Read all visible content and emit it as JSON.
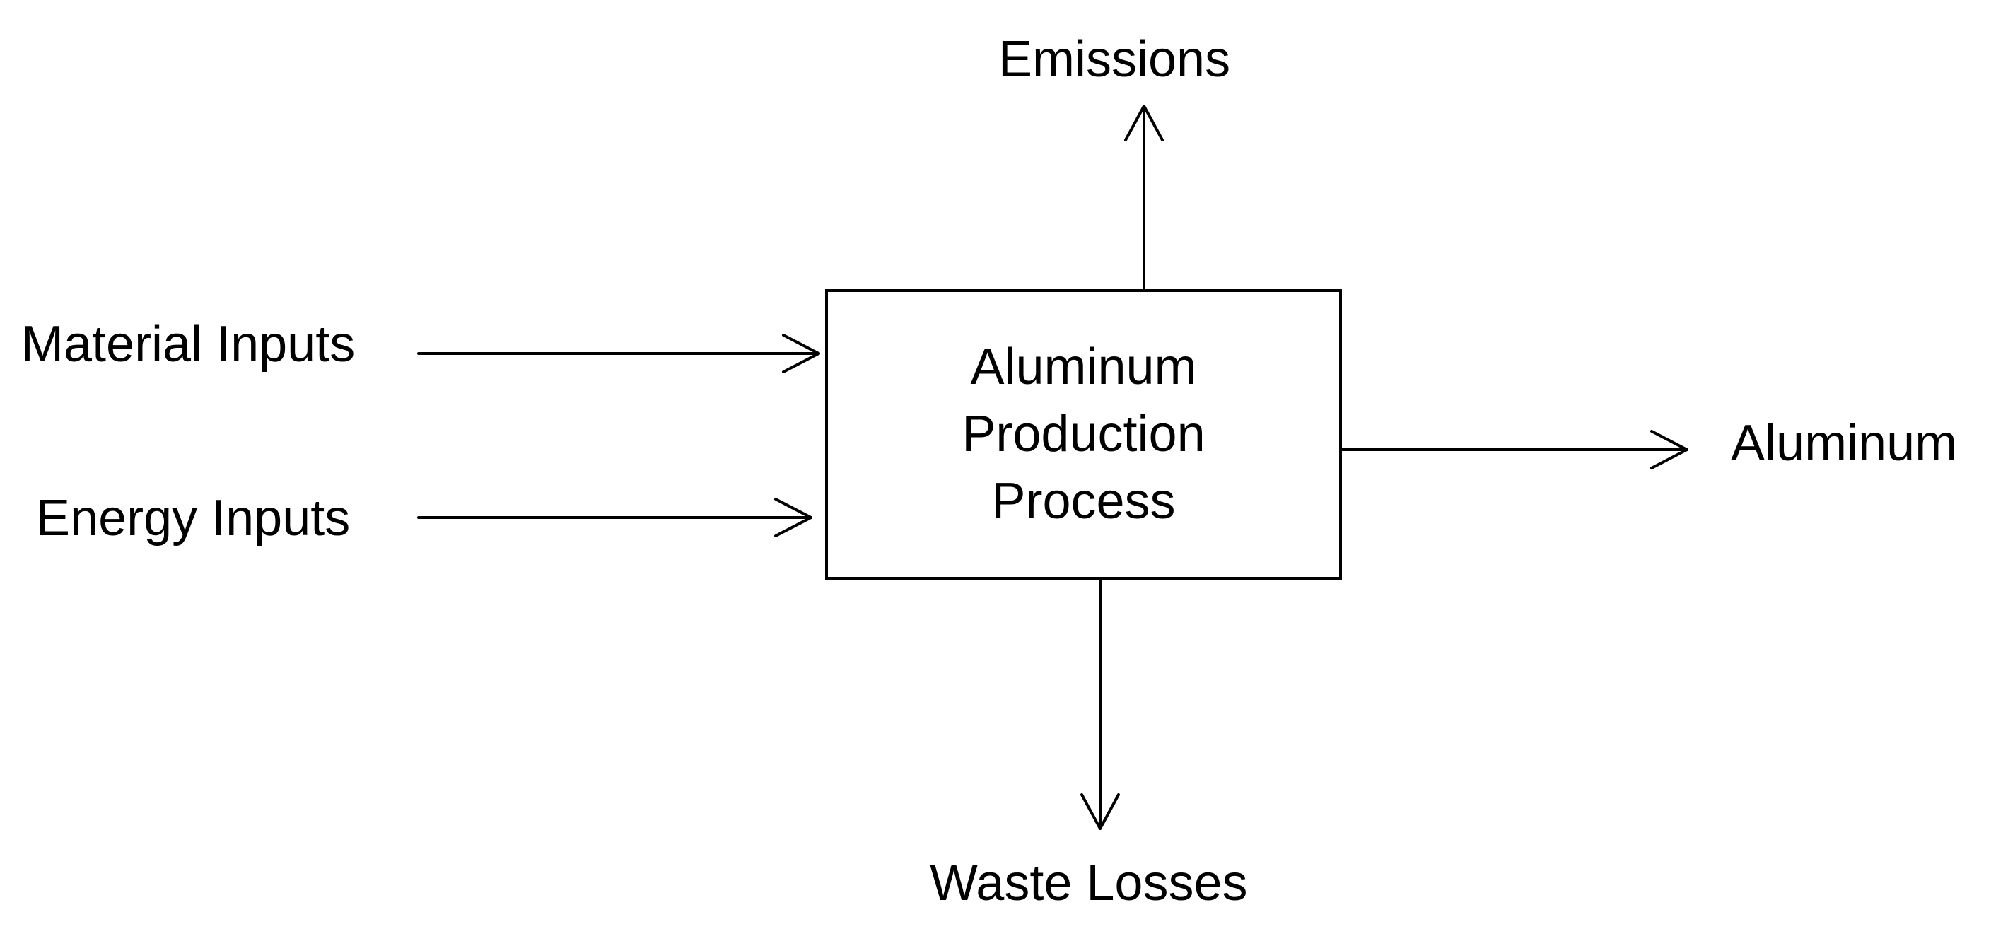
{
  "diagram": {
    "process": {
      "lines": [
        "Aluminum",
        "Production",
        "Process"
      ]
    },
    "inputs": {
      "material": "Material Inputs",
      "energy": "Energy Inputs"
    },
    "outputs": {
      "emissions": "Emissions",
      "product": "Aluminum",
      "waste": "Waste Losses"
    },
    "colors": {
      "stroke": "#000000",
      "background": "#ffffff"
    }
  }
}
